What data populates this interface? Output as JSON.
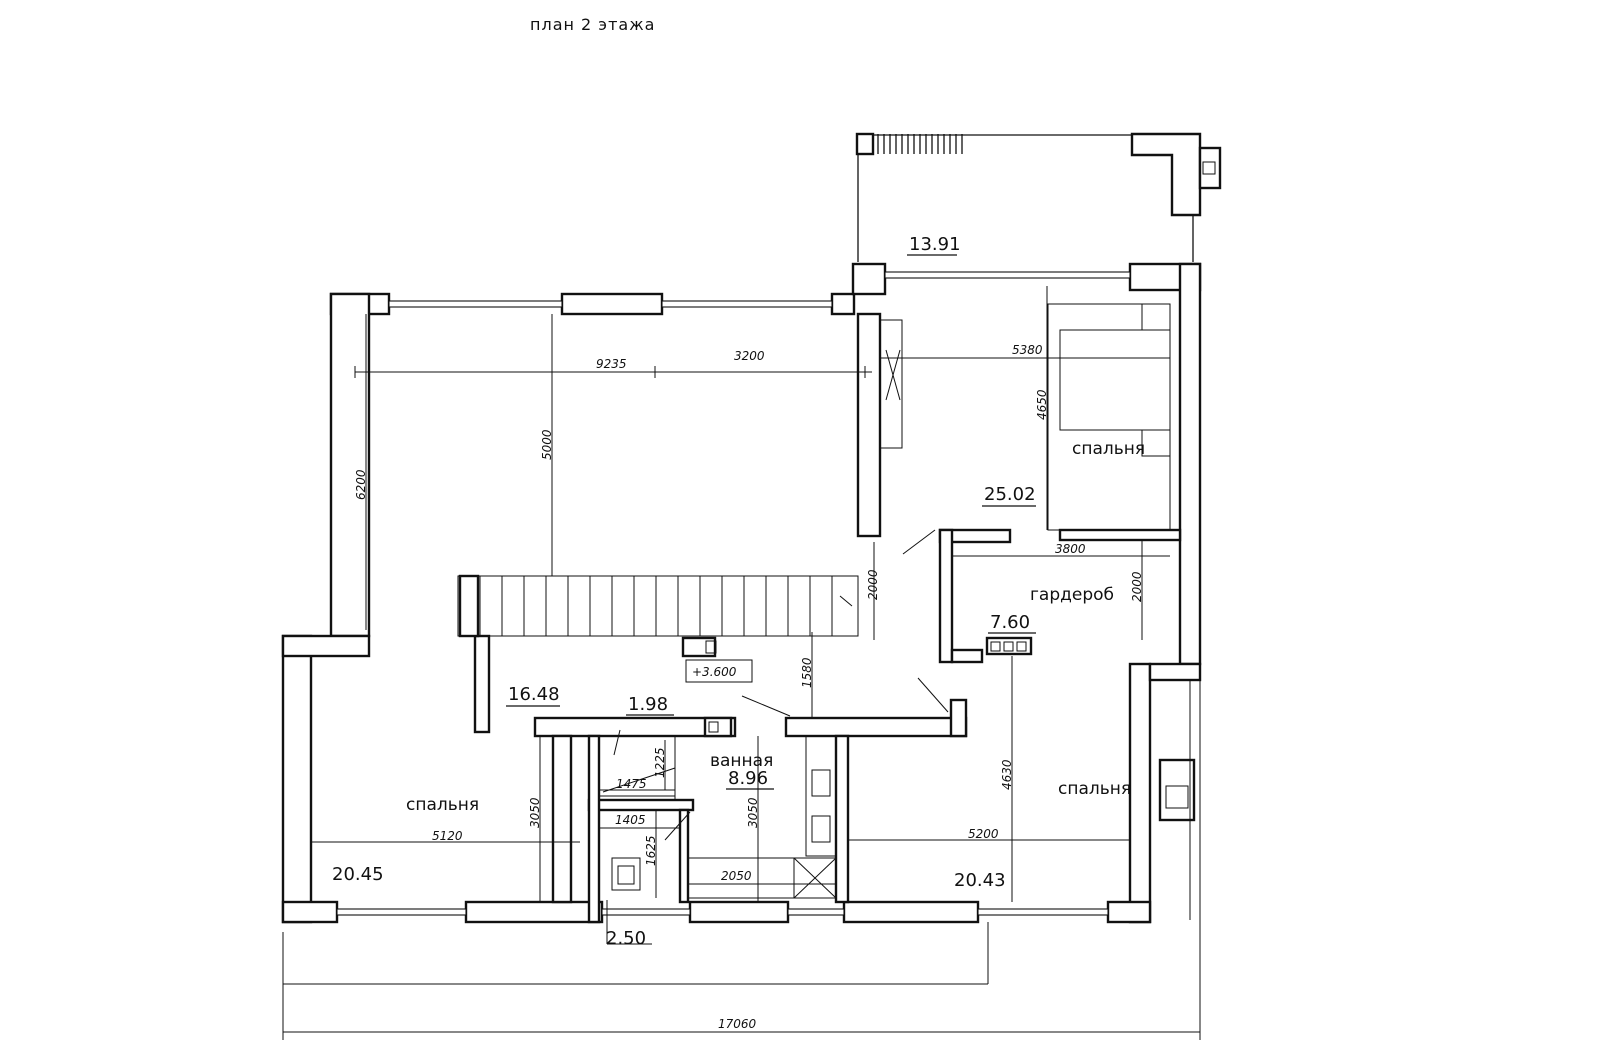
{
  "title": "план 2 этажа",
  "rooms": {
    "bedroom_ne": {
      "label": "спальня",
      "area": "25.02"
    },
    "wardrobe": {
      "label": "гардероб",
      "area": "7.60"
    },
    "bedroom_sw": {
      "label": "спальня",
      "area": "20.45"
    },
    "bedroom_se": {
      "label": "спальня",
      "area": "20.43"
    },
    "bathroom": {
      "label": "ванная",
      "area": "8.96"
    },
    "hall": {
      "area": "16.48"
    },
    "closet": {
      "area": "1.98"
    },
    "wc": {
      "area": "2.50"
    },
    "terrace": {
      "area": "13.91"
    }
  },
  "level_mark": "+3.600",
  "dimensions": {
    "d_9235": "9235",
    "d_3200": "3200",
    "d_5000": "5000",
    "d_6200": "6200",
    "d_5380": "5380",
    "d_4650": "4650",
    "d_3800": "3800",
    "d_2000_wardrobe": "2000",
    "d_2000_corridor": "2000",
    "d_1580": "1580",
    "d_4630": "4630",
    "d_5200": "5200",
    "d_5120": "5120",
    "d_3050_left": "3050",
    "d_3050_bath": "3050",
    "d_1225": "1225",
    "d_1475": "1475",
    "d_1405": "1405",
    "d_1625": "1625",
    "d_2050": "2050",
    "d_17060": "17060"
  }
}
